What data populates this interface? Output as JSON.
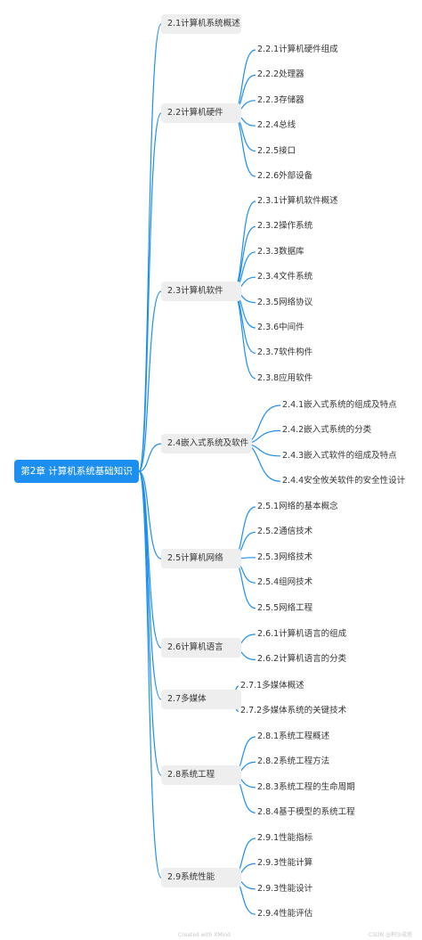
{
  "root": "第2章 计算机系统基础知识",
  "branches": [
    {
      "label": "2.1计算机系统概述",
      "children": []
    },
    {
      "label": "2.2计算机硬件",
      "children": [
        "2.2.1计算机硬件组成",
        "2.2.2处理器",
        "2.2.3存储器",
        "2.2.4总线",
        "2.2.5接口",
        "2.2.6外部设备"
      ]
    },
    {
      "label": "2.3计算机软件",
      "children": [
        "2.3.1计算机软件概述",
        "2.3.2操作系统",
        "2.3.3数据库",
        "2.3.4文件系统",
        "2.3.5网络协议",
        "2.3.6中间件",
        "2.3.7软件构件",
        "2.3.8应用软件"
      ]
    },
    {
      "label": "2.4嵌入式系统及软件",
      "children": [
        "2.4.1嵌入式系统的组成及特点",
        "2.4.2嵌入式系统的分类",
        "2.4.3嵌入式软件的组成及特点",
        "2.4.4安全攸关软件的安全性设计"
      ]
    },
    {
      "label": "2.5计算机网络",
      "children": [
        "2.5.1网络的基本概念",
        "2.5.2通信技术",
        "2.5.3网络技术",
        "2.5.4组网技术",
        "2.5.5网络工程"
      ]
    },
    {
      "label": "2.6计算机语言",
      "children": [
        "2.6.1计算机语言的组成",
        "2.6.2计算机语言的分类"
      ]
    },
    {
      "label": "2.7多媒体",
      "children": [
        "2.7.1多媒体概述",
        "2.7.2多媒体系统的关键技术"
      ]
    },
    {
      "label": "2.8系统工程",
      "children": [
        "2.8.1系统工程概述",
        "2.8.2系统工程方法",
        "2.8.3系统工程的生命周期",
        "2.8.4基于模型的系统工程"
      ]
    },
    {
      "label": "2.9系统性能",
      "children": [
        "2.9.1性能指标",
        "2.9.3性能计算",
        "2.9.3性能设计",
        "2.9.4性能评估"
      ]
    }
  ],
  "footer": {
    "center": "Created with XMind",
    "right": "CSDN @积沙成塔"
  },
  "colors": {
    "root_bg": "#1d8ff0",
    "line": "#1d8ff0",
    "branch_bg": "#eeeeee"
  }
}
